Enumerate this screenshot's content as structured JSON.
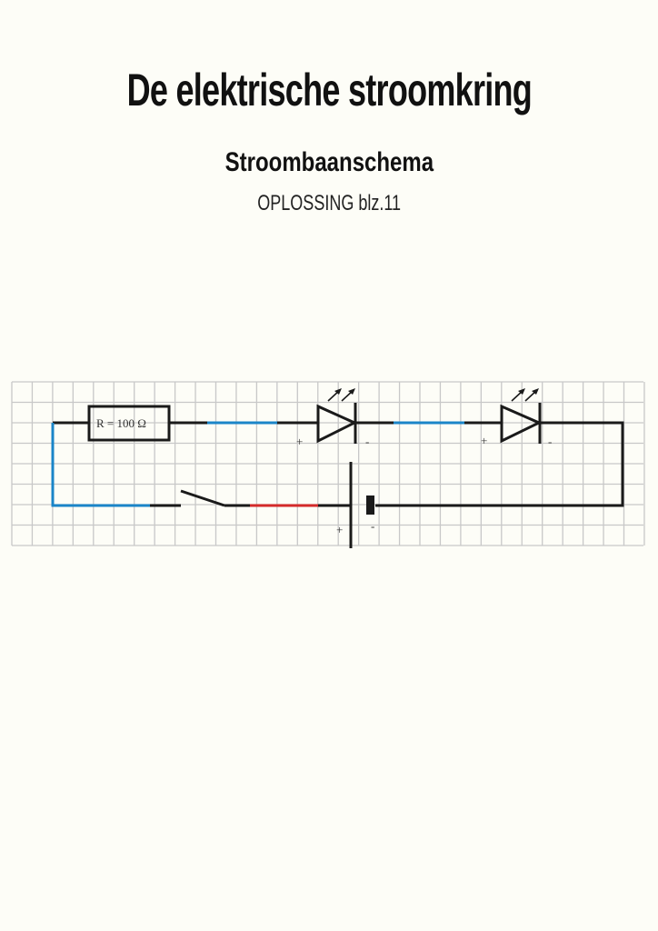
{
  "title": "De elektrische stroomkring",
  "subtitle": "Stroombaanschema",
  "solution_label": "OPLOSSING blz.11",
  "diagram": {
    "resistor_label": "R = 100  Ω",
    "led1_plus": "+",
    "led1_minus": "-",
    "led2_plus": "+",
    "led2_minus": "-",
    "battery_plus": "+",
    "battery_minus": "-",
    "colors": {
      "wire": "#1a1a1a",
      "blue": "#1a85c8",
      "red": "#d42a2a",
      "grid": "#c8c8c8"
    }
  }
}
